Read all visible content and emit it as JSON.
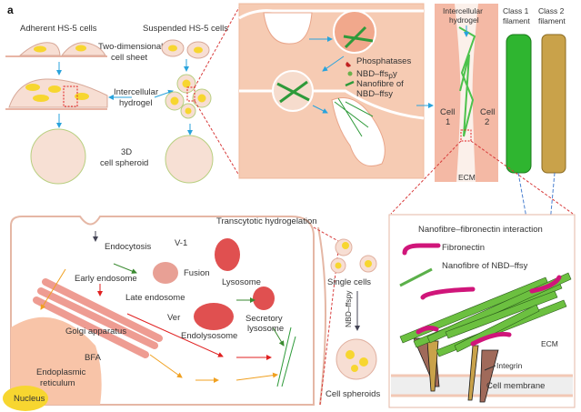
{
  "panel_label": "a",
  "top_left": {
    "adherent": "Adherent HS-5 cells",
    "suspended": "Suspended HS-5 cells",
    "sheet_1": "Two-dimensional",
    "sheet_2": "cell sheet",
    "hydrogel_1": "Intercellular",
    "hydrogel_2": "hydrogel",
    "spheroid_1": "3D",
    "spheroid_2": "cell spheroid"
  },
  "top_middle": {
    "legend_phosphatases": "Phosphatases",
    "legend_precursor": "NBD–ffs",
    "legend_precursor_sub": "p",
    "legend_precursor_end": "y",
    "legend_nanofibre_1": "Nanofibre of",
    "legend_nanofibre_2": "NBD–ffsy"
  },
  "top_right": {
    "hydrogel_1": "Intercellular",
    "hydrogel_2": "hydrogel",
    "cell1_a": "Cell",
    "cell1_b": "1",
    "cell2_a": "Cell",
    "cell2_b": "2",
    "ecm": "ECM",
    "class1_a": "Class 1",
    "class1_b": "filament",
    "class2_a": "Class 2",
    "class2_b": "filament"
  },
  "bottom_left": {
    "title": "Transcytotic hydrogelation",
    "endocytosis": "Endocytosis",
    "v1": "V-1",
    "early_endosome": "Early endosome",
    "fusion": "Fusion",
    "lysosome": "Lysosome",
    "late_endosome": "Late endosome",
    "ver": "Ver",
    "secretory_1": "Secretory",
    "secretory_2": "lysosome",
    "golgi": "Golgi apparatus",
    "endolysosome": "Endolysosome",
    "bfa": "BFA",
    "er_1": "Endoplasmic",
    "er_2": "reticulum",
    "nucleus": "Nucleus",
    "single_cells": "Single cells",
    "treatment": "NBD–ffspy",
    "cell_spheroids": "Cell spheroids"
  },
  "bottom_right": {
    "title": "Nanofibre–fibronectin interaction",
    "fibronectin": "Fibronectin",
    "nanofibre": "Nanofibre of NBD–ffsy",
    "ecm": "ECM",
    "integrin": "Integrin",
    "membrane": "Cell membrane"
  },
  "colors": {
    "cell": "#f5d3c3",
    "nucleus": "#f7d630",
    "fibre": "#2e9a3a",
    "arrow_blue": "#29a3dc",
    "fibronectin": "#d0157a",
    "zoom_line": "#d83a3a"
  }
}
